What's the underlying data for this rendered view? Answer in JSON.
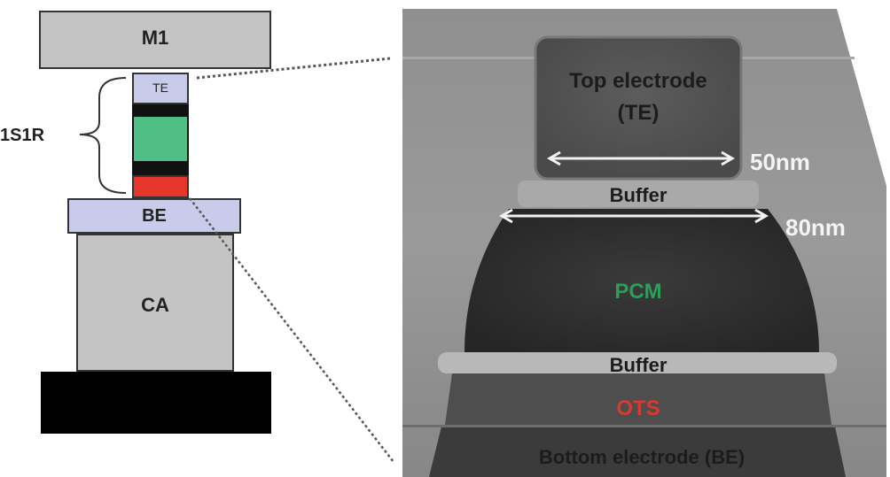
{
  "schematic": {
    "m1_label": "M1",
    "te_label": "TE",
    "be_label": "BE",
    "ca_label": "CA",
    "cell_label": "1S1R"
  },
  "micrograph": {
    "top_electrode_line1": "Top electrode",
    "top_electrode_line2": "(TE)",
    "width_top": "50nm",
    "buffer_top": "Buffer",
    "width_bottom": "80nm",
    "pcm_label": "PCM",
    "buffer_bottom": "Buffer",
    "ots_label": "OTS",
    "bottom_electrode": "Bottom electrode (BE)"
  },
  "colors": {
    "pcm": "#2e9d5a",
    "ots": "#d83a2f",
    "te_fill": "#c9cbea",
    "pcm_fill": "#4fbf86",
    "ots_fill": "#e6352b"
  }
}
